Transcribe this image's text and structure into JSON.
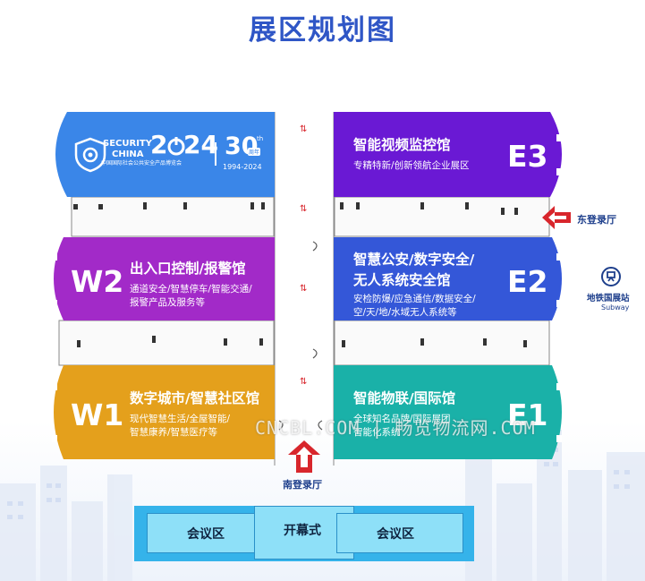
{
  "title": "展区规划图",
  "halls": {
    "e3": {
      "code": "E3",
      "name": "智能视频监控馆",
      "sub": [
        "专精特新/创新领航企业展区"
      ],
      "color": "#6a19d4"
    },
    "e2": {
      "code": "E2",
      "name": [
        "智慧公安/数字安全/",
        "无人系统安全馆"
      ],
      "sub": [
        "安检防爆/应急通信/数据安全/",
        "空/天/地/水域无人系统等"
      ],
      "color": "#3457d8"
    },
    "e1": {
      "code": "E1",
      "name": "智能物联/国际馆",
      "sub": [
        "全球知名品牌/国际展团",
        "智能化系统"
      ],
      "color": "#1ab1a8"
    },
    "w2": {
      "code": "W2",
      "name": "出入口控制/报警馆",
      "sub": [
        "通道安全/智慧停车/智能交通/",
        "报警产品及服务等"
      ],
      "color": "#a22ac8"
    },
    "w1": {
      "code": "W1",
      "name": "数字城市/智慧社区馆",
      "sub": [
        "现代智慧生活/全屋智能/",
        "智慧康养/智慧医疗等"
      ],
      "color": "#e4a01c"
    },
    "logo": {
      "brand_line1": "SECURITY",
      "brand_line2": "CHINA",
      "year_left": "2",
      "year_right": "24",
      "cn_name": "中国国际社会公共安全产品博览会",
      "anniv_num": "30",
      "anniv_sup": "th",
      "anniv_badge": "周年",
      "anniv_years": "1994-2024",
      "color": "#3a86e8"
    }
  },
  "entrances": {
    "east": "东登录厅",
    "south": "南登录厅",
    "subway": "地铁国展站",
    "subway_en": "Subway"
  },
  "bottom": {
    "left": "会议区",
    "center": "开幕式",
    "right": "会议区"
  },
  "watermark": "CNCBL.COM | 畅览物流网.COM",
  "colors": {
    "title": "#2f56c6",
    "bottom_outer": "#35b3ea",
    "bottom_inner": "#8ee0f8",
    "arrow_red": "#d8262c"
  }
}
